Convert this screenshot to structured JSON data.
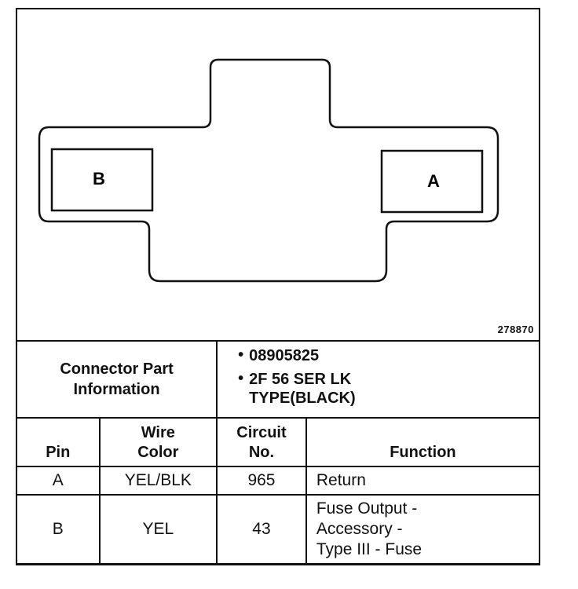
{
  "figure": {
    "number": "278870",
    "cavity_labels": [
      "B",
      "A"
    ]
  },
  "connector": {
    "part_label_line1": "Connector Part",
    "part_label_line2": "Information",
    "part_numbers": [
      "08905825",
      "2F 56 SER LK TYPE(BLACK)"
    ],
    "bullet_symbol": "•"
  },
  "table": {
    "headers": {
      "pin": "Pin",
      "wire_color_line1": "Wire",
      "wire_color_line2": "Color",
      "circuit_line1": "Circuit",
      "circuit_line2": "No.",
      "function": "Function"
    },
    "rows": [
      {
        "pin": "A",
        "wire_color": "YEL/BLK",
        "circuit": "965",
        "function_lines": [
          "Return"
        ]
      },
      {
        "pin": "B",
        "wire_color": "YEL",
        "circuit": "43",
        "function_lines": [
          "Fuse Output -",
          "Accessory -",
          "Type III - Fuse"
        ]
      }
    ]
  }
}
